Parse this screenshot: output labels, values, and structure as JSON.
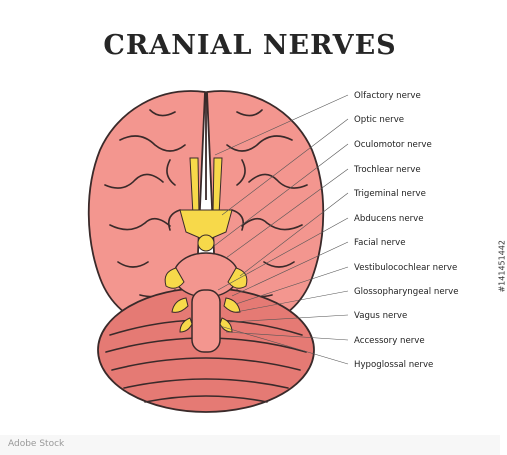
{
  "title": "CRANIAL NERVES",
  "labels": [
    "Olfactory nerve",
    "Optic nerve",
    "Oculomotor nerve",
    "Trochlear nerve",
    "Trigeminal nerve",
    "Abducens nerve",
    "Facial nerve",
    "Vestibulocochlear nerve",
    "Glossopharyngeal nerve",
    "Vagus nerve",
    "Accessory nerve",
    "Hypoglossal nerve"
  ],
  "side_id": "#141451442",
  "colors": {
    "brain": "#f3968f",
    "brain_dark": "#e57a74",
    "nerve": "#f7d94a",
    "outline": "#3a2a2a"
  },
  "stock_mark": "Adobe Stock"
}
